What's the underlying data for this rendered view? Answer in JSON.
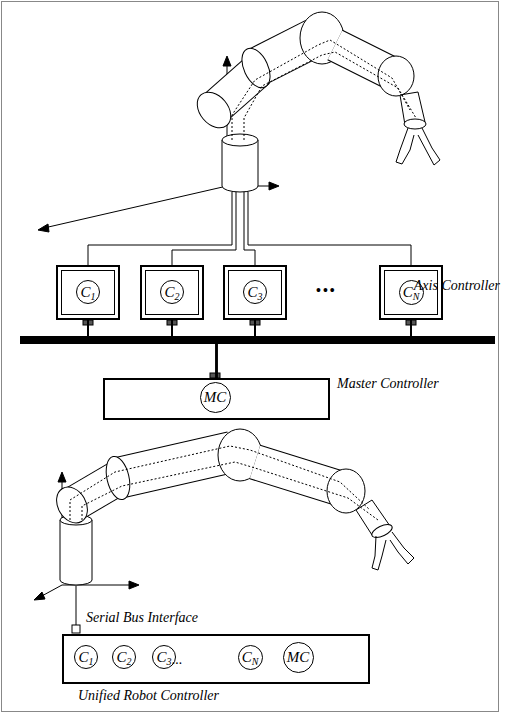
{
  "diagram": {
    "nodes": [
      {
        "text": []
      },
      {
        "text": [
          "C1"
        ],
        "in": 0
      },
      {
        "text": []
      },
      {
        "text": [
          "C2"
        ],
        "in": 2
      },
      {
        "text": []
      },
      {
        "text": [
          "C3"
        ],
        "in": 4
      },
      {
        "text": []
      },
      {
        "text": [
          "CN"
        ],
        "in": 6
      },
      {
        "text": []
      },
      {
        "text": [
          "MC"
        ],
        "in": 8
      },
      {
        "text": []
      },
      {
        "text": [
          "C1"
        ],
        "in": 10
      },
      {
        "text": [
          "C2"
        ],
        "in": 10
      },
      {
        "text": [
          "C3"
        ],
        "in": 10
      },
      {
        "text": [
          "CN"
        ],
        "in": 10
      },
      {
        "text": [
          "MC"
        ],
        "in": 10
      }
    ],
    "edges": [
      {
        "from": 0,
        "to": 8,
        "arrow": "none"
      },
      {
        "from": 2,
        "to": 8,
        "arrow": "none"
      },
      {
        "from": 4,
        "to": 8,
        "arrow": "none"
      },
      {
        "from": 6,
        "to": 8,
        "arrow": "none"
      }
    ],
    "labels": [
      "Axis Controller",
      "•••",
      "Master Controller",
      "Serial Bus Interface",
      "...",
      "Unified Robot Controller"
    ]
  }
}
